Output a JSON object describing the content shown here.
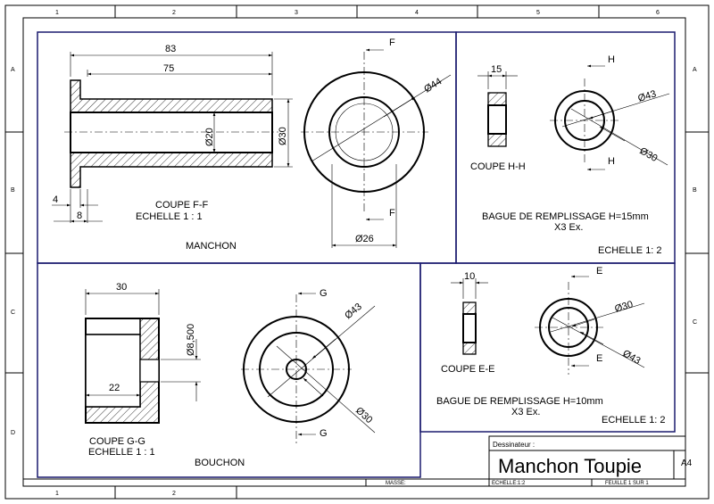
{
  "zones": {
    "columns": [
      "1",
      "2",
      "3",
      "4",
      "5",
      "6"
    ],
    "rows": [
      "A",
      "B",
      "C",
      "D"
    ]
  },
  "manchon": {
    "dims": {
      "d83": "83",
      "d75": "75",
      "d4": "4",
      "d8": "8",
      "dia20": "Ø20",
      "dia30": "Ø30",
      "dia44": "Ø44",
      "dia26": "Ø26"
    },
    "cut_letter": "F",
    "section_label": "COUPE F-F",
    "scale_label": "ECHELLE 1 : 1",
    "title": "MANCHON"
  },
  "bague15": {
    "dims": {
      "d15": "15",
      "dia43": "Ø43",
      "dia30": "Ø30"
    },
    "cut_letter": "H",
    "section_label": "COUPE H-H",
    "title": "BAGUE DE REMPLISSAGE H=15mm",
    "qty": "X3 Ex.",
    "scale_label": "ECHELLE 1: 2"
  },
  "bouchon": {
    "dims": {
      "d30": "30",
      "d22": "22",
      "dia8500": "Ø8,500",
      "dia43": "Ø43",
      "dia30": "Ø30"
    },
    "cut_letter": "G",
    "section_label": "COUPE G-G",
    "scale_label": "ECHELLE 1 : 1",
    "title": "BOUCHON"
  },
  "bague10": {
    "dims": {
      "d10": "10",
      "dia30": "Ø30",
      "dia43": "Ø43"
    },
    "cut_letter": "E",
    "section_label": "COUPE E-E",
    "title": "BAGUE DE REMPLISSAGE H=10mm",
    "qty": "X3 Ex.",
    "scale_label": "ECHELLE 1: 2"
  },
  "title_block": {
    "designer_label": "Dessinateur :",
    "drawing_title": "Manchon Toupie",
    "format": "A4",
    "mass_label": "MASSE:",
    "scale_label": "ECHELLE:1:2",
    "sheet_label": "FEUILLE 1 SUR 1"
  }
}
